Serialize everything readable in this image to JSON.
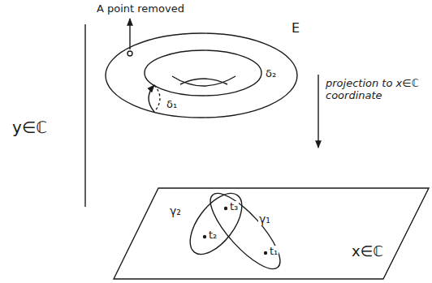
{
  "diagram": {
    "labels": [
      "A point removed",
      "E",
      "δ₂",
      "δ₁",
      "y∈ℂ",
      "projection to x∈ℂ coordinate",
      "γ₂",
      "t₃",
      "γ₁",
      "t₂",
      "t₁",
      "x∈ℂ"
    ]
  }
}
